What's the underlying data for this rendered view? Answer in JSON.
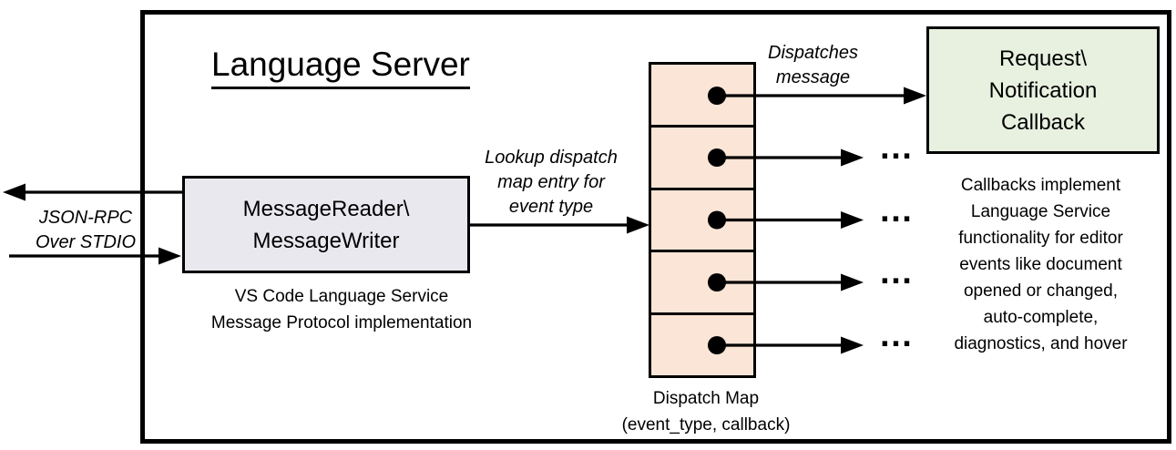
{
  "title": "Language Server",
  "io_label": {
    "lines": [
      "JSON-RPC",
      "Over STDIO"
    ]
  },
  "message_box": {
    "lines": [
      "MessageReader\\",
      "MessageWriter"
    ]
  },
  "message_caption": {
    "lines": [
      "VS Code Language Service",
      "Message Protocol implementation"
    ]
  },
  "lookup_label": {
    "lines": [
      "Lookup dispatch",
      "map entry for",
      "event type"
    ]
  },
  "dispatch_label": {
    "lines": [
      "Dispatches",
      "message"
    ]
  },
  "callback_box": {
    "lines": [
      "Request\\",
      "Notification",
      "Callback"
    ]
  },
  "callbacks_note": {
    "lines": [
      "Callbacks implement",
      "Language Service",
      "functionality for editor",
      "events like document",
      "opened or changed,",
      "auto-complete,",
      "diagnostics, and hover"
    ]
  },
  "map_caption": {
    "lines": [
      "Dispatch Map",
      "(event_type, callback)"
    ]
  },
  "icons": {
    "ellipsis": "…"
  },
  "colors": {
    "message_box_fill": "#E9E8EF",
    "dispatch_map_fill": "#FBE5D6",
    "callback_box_fill": "#E8F0DF",
    "stroke": "#000000",
    "background": "#FFFFFF"
  }
}
